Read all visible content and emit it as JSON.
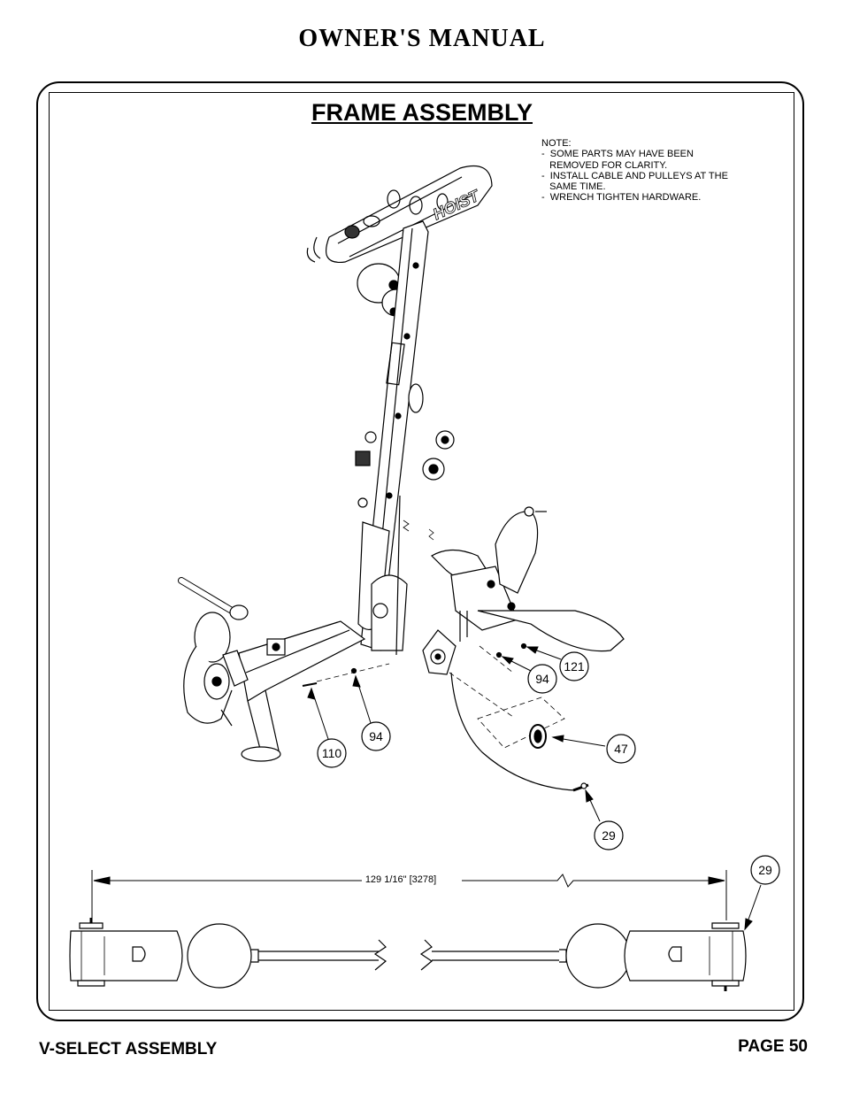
{
  "header": {
    "title": "OWNER'S MANUAL"
  },
  "section": {
    "title": "FRAME ASSEMBLY"
  },
  "note": {
    "text": "NOTE:\n-  SOME PARTS MAY HAVE BEEN\n   REMOVED FOR CLARITY.\n-  INSTALL CABLE AND PULLEYS AT THE\n   SAME TIME.\n-  WRENCH TIGHTEN HARDWARE."
  },
  "callouts": {
    "c110": "110",
    "c94a": "94",
    "c94b": "94",
    "c121": "121",
    "c47": "47",
    "c29a": "29",
    "c29b": "29"
  },
  "cable_detail": {
    "dimension_label": "129 1/16\" [3278]"
  },
  "footer": {
    "left": "V-SELECT ASSEMBLY",
    "right": "PAGE 50"
  },
  "icons": [
    "frame-drawing-icon",
    "pulley-icon",
    "cable-end-icon",
    "bolt-icon",
    "washer-icon"
  ]
}
